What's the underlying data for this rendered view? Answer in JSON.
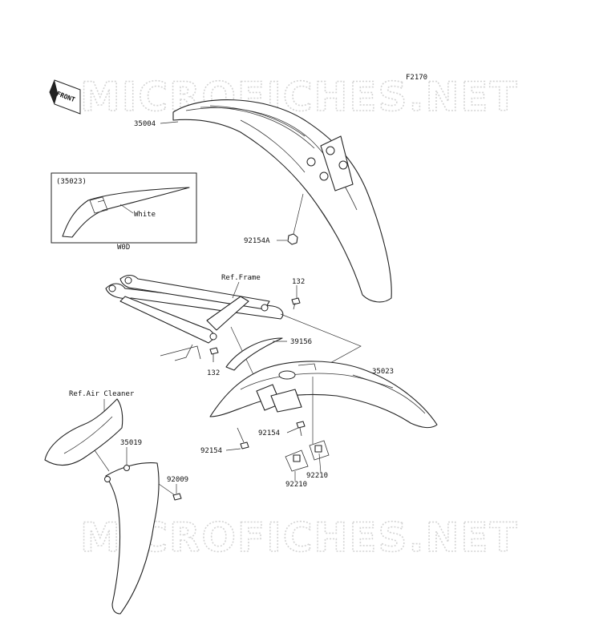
{
  "figure_code": "F2170",
  "watermark": "MICROFICHES.NET",
  "front_label": "FRONT",
  "inset": {
    "ref_code": "(35023)",
    "color_note": "White",
    "caption": "W0D"
  },
  "labels": {
    "p35004": "35004",
    "p92154A": "92154A",
    "ref_frame": "Ref.Frame",
    "p132_top": "132",
    "p39156": "39156",
    "p132_bottom": "132",
    "p35023": "35023",
    "ref_air_cleaner": "Ref.Air Cleaner",
    "p35019": "35019",
    "p92154_mid": "92154",
    "p92154_left": "92154",
    "p92009": "92009",
    "p92210_right": "92210",
    "p92210_left": "92210"
  }
}
